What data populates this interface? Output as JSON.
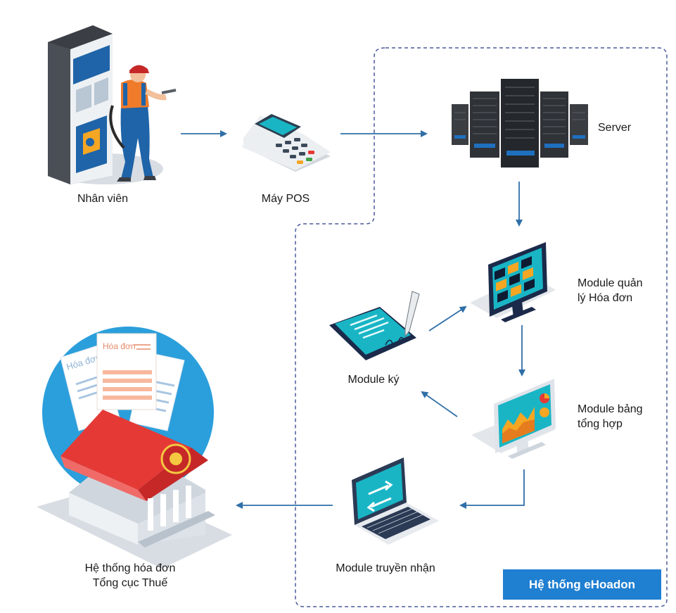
{
  "nodes": {
    "staff": "Nhân viên",
    "pos": "Máy POS",
    "server": "Server",
    "invoice_module_line1": "Module quản",
    "invoice_module_line2": "lý Hóa đơn",
    "sign_module": "Module ký",
    "dashboard_module_line1": "Module bảng",
    "dashboard_module_line2": "tổng hợp",
    "transfer_module": "Module truyền nhận",
    "tax_line1": "Hệ thống hóa đơn",
    "tax_line2": "Tổng cục Thuế"
  },
  "system_badge": "Hệ thống eHoadon",
  "document_text": "Hóa đơn",
  "colors": {
    "arrow": "#2f6fa8",
    "border": "#4a5a9a",
    "badge": "#1f7fd1",
    "accent_teal": "#19b5c5",
    "accent_red": "#e53935"
  },
  "icons": [
    "fuel-pump-icon",
    "pos-terminal-icon",
    "server-rack-icon",
    "monitor-grid-icon",
    "tablet-sign-icon",
    "dashboard-monitor-icon",
    "laptop-transfer-icon",
    "tax-building-icon"
  ]
}
